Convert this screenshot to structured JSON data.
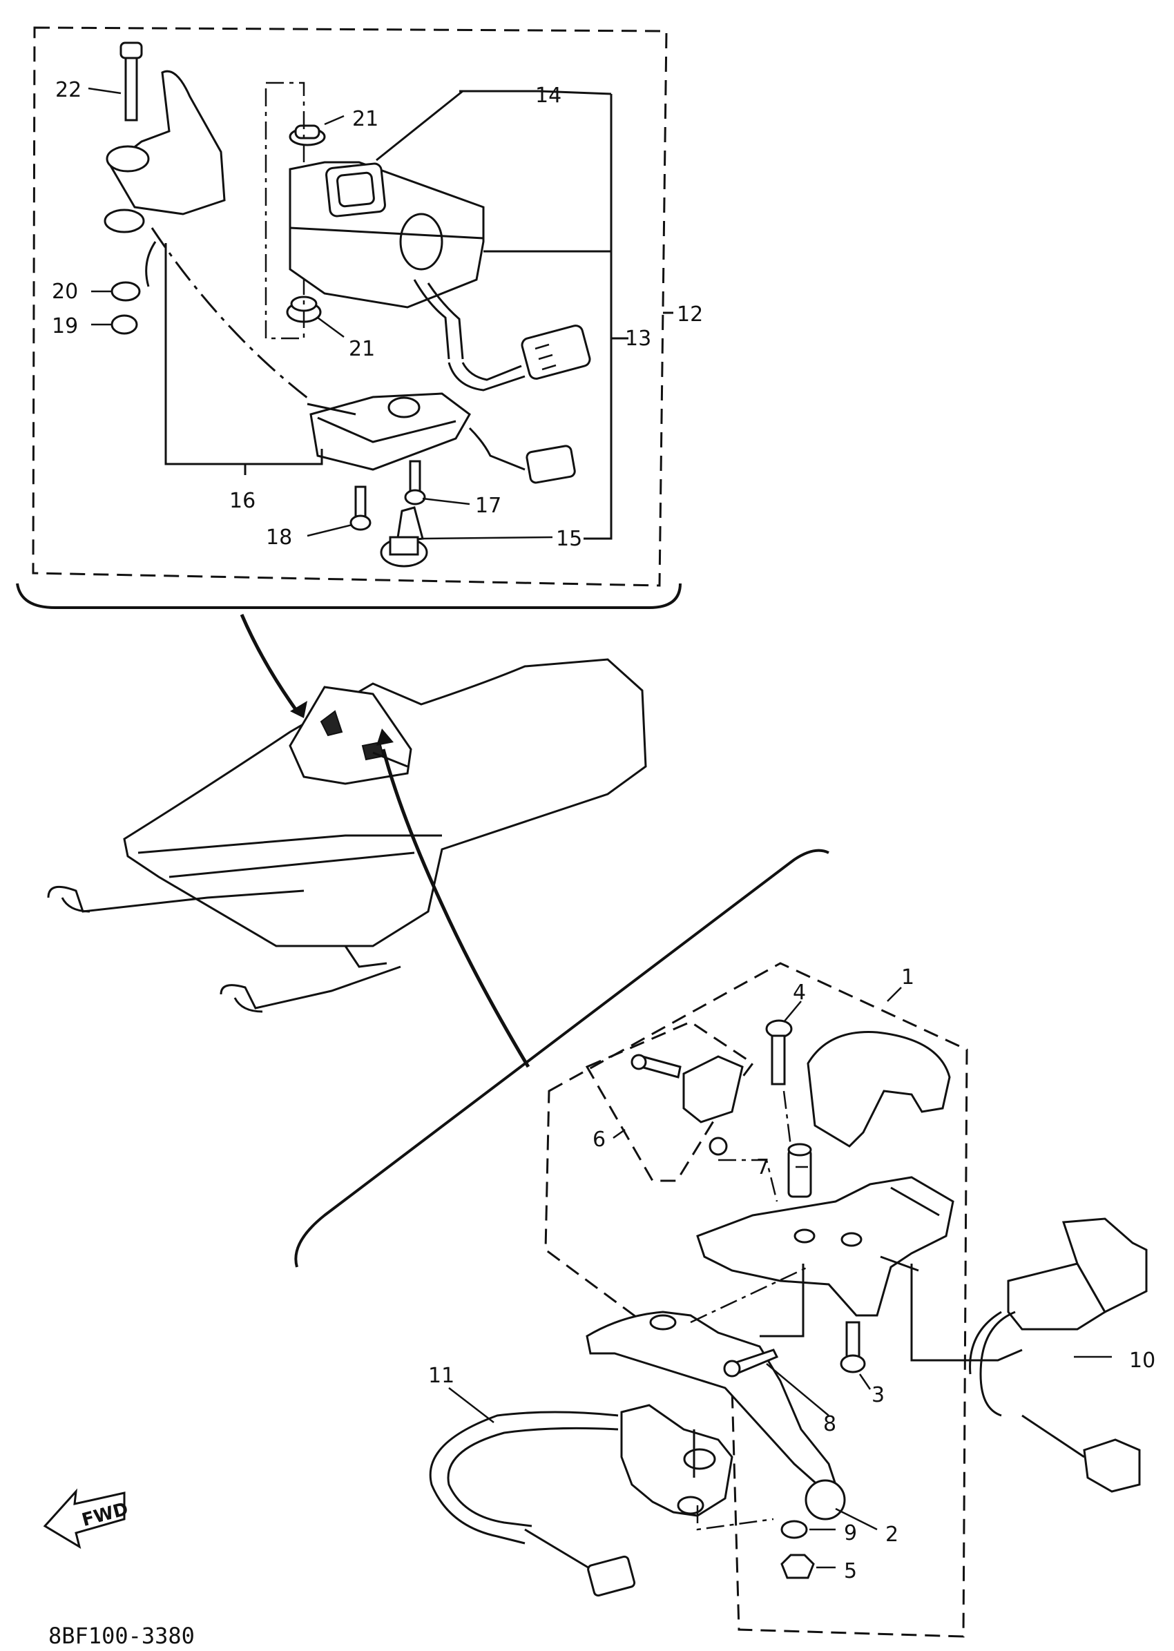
{
  "figure": {
    "code": "8BF100-3380",
    "fwd_label": "FWD"
  },
  "callouts": {
    "c1": "1",
    "c2": "2",
    "c3": "3",
    "c4": "4",
    "c5": "5",
    "c6": "6",
    "c7": "7",
    "c8": "8",
    "c9": "9",
    "c10": "10",
    "c11": "11",
    "c12": "12",
    "c13": "13",
    "c14": "14",
    "c15": "15",
    "c16": "16",
    "c17": "17",
    "c18": "18",
    "c19": "19",
    "c20": "20",
    "c21a": "21",
    "c21b": "21",
    "c22": "22"
  }
}
